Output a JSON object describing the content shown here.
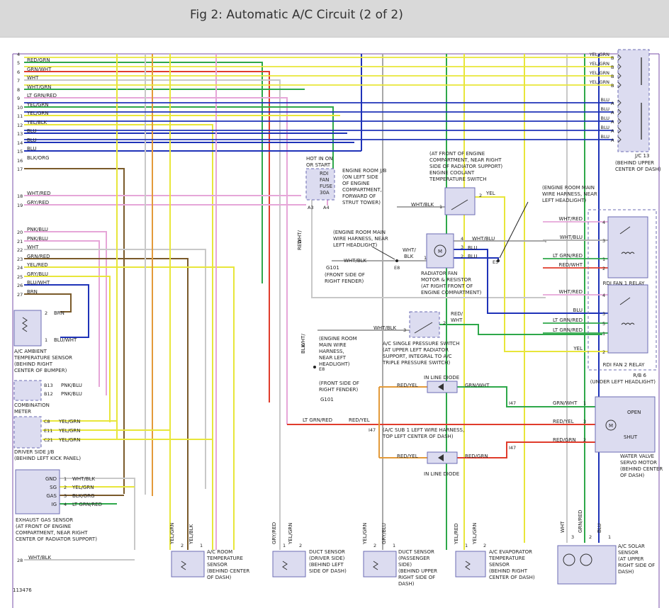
{
  "header": {
    "title": "Fig 2: Automatic A/C Circuit (2 of 2)"
  },
  "diagram_id": "113476",
  "colors": {
    "background": "#ffffff",
    "header_bg": "#d9d9d9",
    "frame": "#7a4fa8",
    "component_fill": "#dcdcf0",
    "component_stroke": "#6b6bb3",
    "RED": "#e03c2c",
    "GRN": "#2ea84a",
    "YEL": "#e8e63a",
    "BLU": "#1f33b8",
    "WHT": "#c8c8c8",
    "PNK": "#e6a6d8",
    "ORG": "#e39a3a",
    "GRY": "#a8a8a8",
    "BRN": "#7a5a2a",
    "BLK": "#404040",
    "LTGRN": "#3cb84a"
  },
  "left_wires": [
    {
      "num": "4",
      "label": "",
      "color": "#c8c8c8"
    },
    {
      "num": "5",
      "label": "RED/GRN",
      "color": "#2ea84a"
    },
    {
      "num": "6",
      "label": "GRN/WHT",
      "color": "#e03c2c"
    },
    {
      "num": "7",
      "label": "WHT",
      "color": "#c8c8c8"
    },
    {
      "num": "8",
      "label": "WHT/GRN",
      "color": "#2ea84a"
    },
    {
      "num": "9",
      "label": "LT GRN/RED",
      "color": "#e6a6d8"
    },
    {
      "num": "10",
      "label": "YEL/GRN",
      "color": "#2ea84a"
    },
    {
      "num": "11",
      "label": "YEL/GRN",
      "color": "#e8e63a"
    },
    {
      "num": "12",
      "label": "YEL/BLK",
      "color": "#e8e63a"
    },
    {
      "num": "13",
      "label": "BLU",
      "color": "#1f33b8"
    },
    {
      "num": "14",
      "label": "BLU",
      "color": "#1f33b8"
    },
    {
      "num": "15",
      "label": "BLU",
      "color": "#1f33b8"
    },
    {
      "num": "16",
      "label": "BLK/ORG",
      "color": "#7a5a2a"
    },
    {
      "num": "17",
      "label": "",
      "color": "#7a5a2a"
    },
    {
      "num": "18",
      "label": "WHT/RED",
      "color": "#e6a6d8"
    },
    {
      "num": "19",
      "label": "GRY/RED",
      "color": "#e6a6d8"
    },
    {
      "num": "20",
      "label": "PNK/BLU",
      "color": "#e6a6d8"
    },
    {
      "num": "21",
      "label": "PNK/BLU",
      "color": "#e6a6d8"
    },
    {
      "num": "22",
      "label": "WHT",
      "color": "#c8c8c8"
    },
    {
      "num": "23",
      "label": "GRN/RED",
      "color": "#7a5a2a"
    },
    {
      "num": "24",
      "label": "YEL/RED",
      "color": "#e8e63a"
    },
    {
      "num": "25",
      "label": "GRY/BLU",
      "color": "#e8e63a"
    },
    {
      "num": "26",
      "label": "BLU/WHT",
      "color": "#1f33b8"
    },
    {
      "num": "27",
      "label": "BRN",
      "color": "#7a5a2a"
    }
  ],
  "jc13": {
    "rows": [
      {
        "wire": "YEL/GRN",
        "term": "B"
      },
      {
        "wire": "YEL/GRN",
        "term": "B"
      },
      {
        "wire": "YEL/GRN",
        "term": "B"
      },
      {
        "wire": "YEL/GRN",
        "term": "B"
      },
      {
        "wire": "BLU",
        "term": "A"
      },
      {
        "wire": "BLU",
        "term": "A"
      },
      {
        "wire": "BLU",
        "term": "A"
      },
      {
        "wire": "BLU",
        "term": "A"
      },
      {
        "wire": "BLU",
        "term": "A"
      }
    ],
    "name": "J/C 13",
    "location": [
      "(BEHIND UPPER",
      "CENTER OF DASH)"
    ]
  },
  "engine_jb": {
    "hot_label": [
      "HOT IN ON",
      "OR START"
    ],
    "fuse": [
      "RDI",
      "FAN",
      "FUSE",
      "30A"
    ],
    "terms": [
      "A3",
      "A4"
    ],
    "desc": [
      "ENGINE ROOM J/B",
      "(ON LEFT SIDE",
      "OF ENGINE",
      "COMPARTMENT,",
      "FORWARD OF",
      "STRUT TOWER)"
    ]
  },
  "coolant_switch": {
    "desc": [
      "(AT FRONT OF ENGINE",
      "COMPARTMENT, NEAR RIGHT",
      "SIDE OF RADIATOR SUPPORT)",
      "ENGINE COOLANT",
      "TEMPERATURE SWITCH"
    ],
    "wire_in": "WHT/BLK",
    "wire_out": "YEL",
    "pin1": "1",
    "pin2": "2"
  },
  "harness_right": [
    "(ENGINE ROOM MAIN",
    "WIRE HARNESS, NEAR",
    "LEFT HEADLIGHT)"
  ],
  "harness_center": [
    "(ENGINE ROOM MAIN",
    "WIRE HARNESS, NEAR",
    "LEFT HEADLIGHT)"
  ],
  "ground1": {
    "name": "G101",
    "desc": [
      "(FRONT SIDE OF",
      "RIGHT FENDER)"
    ]
  },
  "ground2": {
    "name": "G101",
    "desc": [
      "(FRONT SIDE OF",
      "RIGHT FENDER)"
    ]
  },
  "splices": {
    "e8": "E8",
    "e5": "E5",
    "e8b": "E8"
  },
  "fan_motor": {
    "desc": [
      "RADIATOR FAN",
      "MOTOR & RESISTOR",
      "(AT RIGHT FRONT OF",
      "ENGINE COMPARTMENT)"
    ],
    "wires": {
      "w4": "WHT/BLU",
      "w3": "BLU",
      "w2": "BLU",
      "in": "WHT/BLK",
      "wht_blk_side": "WHT/",
      "blk": "BLK"
    },
    "pins": [
      "4",
      "3",
      "1",
      "2"
    ]
  },
  "wht_red_vertical": [
    "WHT/",
    "RED"
  ],
  "wht_blk_vertical": [
    "WHT/",
    "BLK"
  ],
  "pressure_switch": {
    "desc": [
      "A/C SINGLE PRESSURE SWITCH",
      "(AT UPPER LEFT RADIATOR",
      "SUPPORT, INTEGRAL TO A/C",
      "TRIPLE PRESSURE SWITCH)"
    ],
    "wire_in": "WHT/BLK",
    "wire_out": [
      "RED/",
      "WHT"
    ],
    "pin3": "3",
    "pin2": "2"
  },
  "harness_left": [
    "(ENGINE ROOM",
    "MAIN WIRE",
    "HARNESS,",
    "NEAR LEFT",
    "HEADLIGHT)"
  ],
  "relay1": {
    "name": "RDI FAN 1 RELAY",
    "wires": [
      "WHT/RED",
      "WHT/BLU",
      "LT GRN/RED",
      "RED/WHT"
    ],
    "pins": [
      "4",
      "3",
      "1",
      "2"
    ]
  },
  "relay2": {
    "name": "RDI FAN 2 RELAY",
    "wires": [
      "WHT/RED",
      "BLU",
      "LT GRN/RED",
      "LT GRN/RED",
      "YEL"
    ],
    "pins": [
      "4",
      "3",
      "5",
      "1",
      "2"
    ]
  },
  "rb6": {
    "name": "R/B 6",
    "location": "(UNDER LEFT HEADLIGHT)"
  },
  "ambient_sensor": {
    "pins": [
      {
        "pin": "2",
        "wire": "BRN"
      },
      {
        "pin": "1",
        "wire": "BLU/WHT"
      }
    ],
    "desc": [
      "A/C AMBIENT",
      "TEMPERATURE SENSOR",
      "(BEHIND RIGHT",
      "CENTER OF BUMPER)"
    ]
  },
  "combination_meter": {
    "pins": [
      {
        "pin": "B13",
        "wire": "PNK/BLU"
      },
      {
        "pin": "B12",
        "wire": "PNK/BLU"
      }
    ],
    "desc": [
      "COMBINATION",
      "METER"
    ]
  },
  "driver_jb": {
    "pins": [
      {
        "pin": "C8",
        "wire": "YEL/GRN"
      },
      {
        "pin": "E11",
        "wire": "YEL/GRN"
      },
      {
        "pin": "C21",
        "wire": "YEL/GRN"
      }
    ],
    "desc": [
      "DRIVER SIDE J/B",
      "(BEHIND LEFT KICK PANEL)"
    ]
  },
  "exhaust_sensor": {
    "pins": [
      {
        "label": "GND",
        "pin": "1",
        "wire": "WHT/BLK"
      },
      {
        "label": "SG",
        "pin": "2",
        "wire": "YEL/GRN"
      },
      {
        "label": "GAS",
        "pin": "3",
        "wire": "BLK/ORG"
      },
      {
        "label": "IG",
        "pin": "4",
        "wire": "LT GRN/RED"
      }
    ],
    "desc": [
      "EXHAUST GAS SENSOR",
      "(AT FRONT OF ENGINE",
      "COMPARTMENT, NEAR RIGHT",
      "CENTER OF RADIATOR SUPPORT)"
    ]
  },
  "wire28": {
    "num": "28",
    "label": "WHT/BLK"
  },
  "diode_top": {
    "name": "IN LINE DIODE",
    "wire_left": "RED/YEL",
    "wire_right": "GRN/WHT"
  },
  "diode_bottom": {
    "name": "IN LINE DIODE",
    "wire_left": "RED/YEL",
    "wire_right": "RED/GRN"
  },
  "ac_sub_harness": [
    "(A/C SUB 1 LEFT WIRE HARNESS,",
    "TOP LEFT CENTER OF DASH)"
  ],
  "i47": [
    "I47",
    "I47",
    "I47"
  ],
  "lt_grn_red_mid": "LT GRN/RED",
  "red_yel_mid": "RED/YEL",
  "water_valve": {
    "wires": [
      {
        "wire": "GRN/WHT",
        "pin": "1"
      },
      {
        "wire": "RED/YEL",
        "pin": "3"
      },
      {
        "wire": "RED/GRN",
        "pin": "2"
      }
    ],
    "open": "OPEN",
    "shut": "SHUT",
    "desc": [
      "WATER VALVE",
      "SERVO MOTOR",
      "(BEHIND CENTER",
      "OF DASH)"
    ]
  },
  "room_sensor": {
    "wires": [
      {
        "wire": "YEL/GRN",
        "pin": "2"
      },
      {
        "wire": "YEL/BLK",
        "pin": "1"
      }
    ],
    "desc": [
      "A/C ROOM",
      "TEMPERATURE",
      "SENSOR",
      "(BEHIND CENTER",
      "OF DASH)"
    ]
  },
  "duct_driver": {
    "wires": [
      {
        "wire": "GRY/RED",
        "pin": "1"
      },
      {
        "wire": "YEL/GRN",
        "pin": "2"
      }
    ],
    "desc": [
      "DUCT SENSOR",
      "(DRIVER SIDE)",
      "(BEHIND LEFT",
      "SIDE OF DASH)"
    ]
  },
  "duct_passenger": {
    "wires": [
      {
        "wire": "YEL/GRN",
        "pin": "2"
      },
      {
        "wire": "GRY/BLU",
        "pin": "1"
      }
    ],
    "desc": [
      "DUCT SENSOR",
      "(PASSENGER",
      "SIDE)",
      "(BEHIND UPPER",
      "RIGHT SIDE OF",
      "DASH)"
    ]
  },
  "evap_sensor": {
    "wires": [
      {
        "wire": "YEL/RED",
        "pin": "1"
      },
      {
        "wire": "YEL/GRN",
        "pin": "2"
      }
    ],
    "desc": [
      "A/C EVAPORATOR",
      "TEMPERATURE",
      "SENSOR",
      "(BEHIND RIGHT",
      "CENTER OF DASH)"
    ]
  },
  "solar_sensor": {
    "wires": [
      {
        "wire": "WHT",
        "pin": "3"
      },
      {
        "wire": "GRN/RED",
        "pin": "2"
      },
      {
        "wire": "BLU",
        "pin": "1"
      }
    ],
    "desc": [
      "A/C SOLAR",
      "SENSOR",
      "(AT UPPER",
      "RIGHT SIDE OF",
      "DASH)"
    ]
  }
}
